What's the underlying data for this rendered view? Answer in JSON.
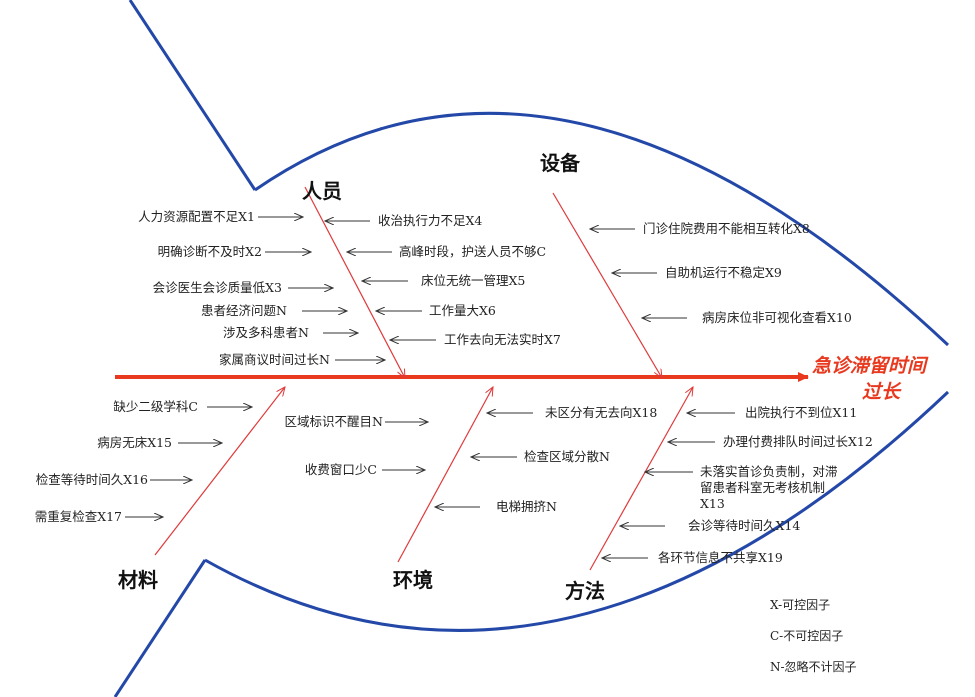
{
  "title_lines": [
    "急诊滞留时间",
    "过长"
  ],
  "categories": {
    "personnel": {
      "label": "人员",
      "left": [
        "人力资源配置不足X1",
        "明确诊断不及时X2",
        "会诊医生会诊质量低X3",
        "患者经济问题N",
        "涉及多科患者N",
        "家属商议时间过长N"
      ],
      "right": [
        "收治执行力不足X4",
        "高峰时段，护送人员不够C",
        "床位无统一管理X5",
        "工作量大X6",
        "工作去向无法实时X7"
      ]
    },
    "equipment": {
      "label": "设备",
      "right": [
        "门诊住院费用不能相互转化X8",
        "自助机运行不稳定X9",
        "病房床位非可视化查看X10"
      ]
    },
    "materials": {
      "label": "材料",
      "left": [
        "缺少二级学科C",
        "病房无床X15",
        "检查等待时间久X16",
        "需重复检查X17"
      ]
    },
    "environment": {
      "label": "环境",
      "left": [
        "区域标识不醒目N",
        "收费窗口少C"
      ],
      "right": [
        "未区分有无去向X18",
        "检查区域分散N",
        "电梯拥挤N"
      ]
    },
    "method": {
      "label": "方法",
      "right": [
        "出院执行不到位X11",
        "办理付费排队时间过长X12",
        "未落实首诊负责制，对滞",
        "留患者科室无考核机制",
        "X13",
        "会诊等待时间久X14",
        "各环节信息不共享X19"
      ]
    }
  },
  "legend": [
    "X-可控因子",
    "C-不可控因子",
    "N-忽略不计因子"
  ],
  "colors": {
    "outline": "#2348a8",
    "spine": "#e8391f",
    "bone": "#e0393a",
    "arrow": "#333333"
  }
}
